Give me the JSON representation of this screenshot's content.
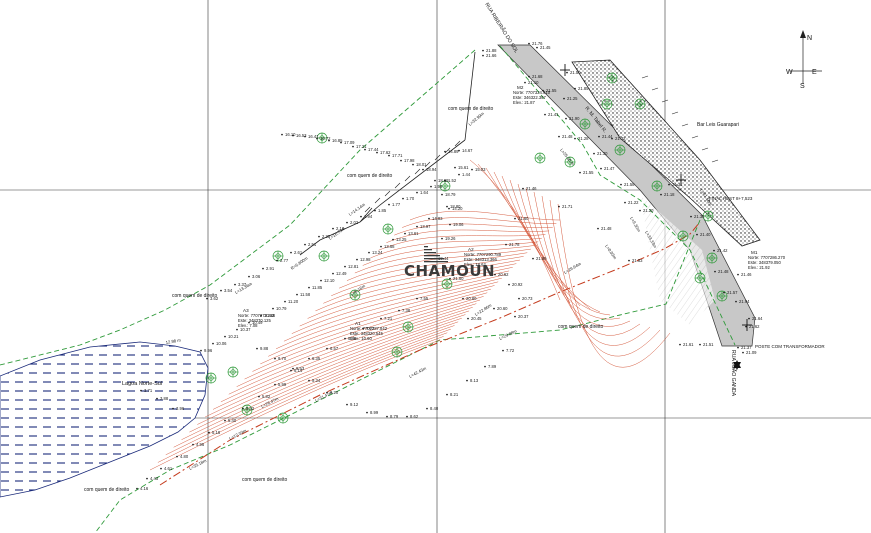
{
  "labels": {
    "road_top": "RUA RIBEIRÃO DO SOL",
    "road_right": "RUA JOÃO GANDA",
    "bar": "Bar Leis Guarapari",
    "avenue": "R. M. Tabel R.",
    "lagoon": "Lagoa Norte-Sul",
    "final_hint": "FINAL HEST 8+7,523",
    "poste": "POSTE COM TRANSFORMADOR",
    "q1": "com quem de direito",
    "q2": "com quem de direito",
    "q3": "com quem de direito",
    "q4": "com quem de direito",
    "q5": "com quem de direito",
    "q6": "com quem de direito"
  },
  "logo": "CHAMOUN",
  "compass": {
    "n": "N",
    "s": "S",
    "e": "E",
    "w": "W"
  },
  "markers": {
    "m1": {
      "name": "M1",
      "l1": "Norte: 7707286.270",
      "l2": "Este: 348379.050",
      "l3": "Elev.: 21.92"
    },
    "m2": {
      "name": "M2",
      "l1": "Norte: 7707324.910",
      "l2": "Este: 346322.397",
      "l3": "Elev.: 21.87"
    },
    "a1": {
      "name": "A1",
      "l1": "Norte: 7707287.842",
      "l2": "Este: 348320.545",
      "l3": "Elev.: 10.60"
    },
    "a2": {
      "name": "A2",
      "l1": "Norte: 7707290.789",
      "l2": "Este: 348313.366",
      "l3": "Elev.: 18.62"
    },
    "a3": {
      "name": "A3",
      "l1": "Norte: 7707273.236",
      "l2": "Este: 348370.125",
      "l3": "Elev.: 7.08"
    }
  },
  "elevations": [
    "21.88",
    "21.66",
    "21.76",
    "21.45",
    "21.50",
    "21.68",
    "21.10",
    "21.55",
    "21.85",
    "21.25",
    "21.41",
    "21.90",
    "21.48",
    "21.28",
    "21.44",
    "21.32",
    "21.30",
    "21.47",
    "21.55",
    "21.58",
    "21.22",
    "21.20",
    "21.18",
    "21.31",
    "21.38",
    "21.40",
    "21.42",
    "21.48",
    "21.46",
    "21.57",
    "21.94",
    "21.64",
    "21.62",
    "21.51",
    "21.37",
    "21.09",
    "21.61",
    "21.83",
    "21.48",
    "21.71",
    "21.46",
    "21.60",
    "21.78",
    "21.89",
    "20.62",
    "20.92",
    "20.73",
    "20.60",
    "20.37",
    "20.45",
    "20.80",
    "21.60",
    "19.44",
    "19.26",
    "19.06",
    "18.80",
    "18.79",
    "18.69",
    "18.94",
    "18.01",
    "17.98",
    "17.71",
    "17.62",
    "17.44",
    "17.21",
    "17.09",
    "16.85",
    "16.72",
    "16.41",
    "16.53",
    "16.10",
    "15.61",
    "15.03",
    "14.89",
    "14.67",
    "14.20",
    "14.83",
    "13.97",
    "13.61",
    "13.25",
    "13.68",
    "13.24",
    "12.98",
    "12.81",
    "12.49",
    "12.10",
    "11.85",
    "11.58",
    "11.20",
    "10.79",
    "10.62",
    "10.49",
    "10.37",
    "10.21",
    "10.06",
    "9.96",
    "9.88",
    "9.70",
    "9.53",
    "9.34",
    "9.20",
    "9.12",
    "8.99",
    "8.79",
    "8.62",
    "8.40",
    "8.21",
    "8.13",
    "7.89",
    "7.72",
    "7.55",
    "7.38",
    "7.21",
    "7.07",
    "6.86",
    "6.57",
    "6.35",
    "6.14",
    "5.99",
    "5.82",
    "5.62",
    "5.40",
    "5.18",
    "4.96",
    "4.80",
    "4.61",
    "4.43",
    "4.16",
    "3.96",
    "3.88",
    "3.71",
    "3.62",
    "3.54",
    "3.37",
    "3.06",
    "2.91",
    "2.77",
    "2.61",
    "2.51",
    "2.35",
    "2.18",
    "2.02",
    "1.94",
    "1.85",
    "1.77",
    "1.70",
    "1.64",
    "1.58",
    "1.52",
    "1.44"
  ],
  "dims": [
    "L=25.60 m",
    "L=32.99m",
    "L=9.30m",
    "L=0.03m",
    "L=29.94m",
    "L=22.86m",
    "L=42.43m",
    "L=31.47m",
    "L=12.03m",
    "L=35.18m",
    "L=16.75m",
    "R=6.800m",
    "12.98 m",
    "L=26.47m",
    "L=5.16m",
    "L=29.88m",
    "L=33.33m",
    "L=41.50m",
    "L=14.14m",
    "L=13.36m"
  ],
  "colors": {
    "line": "#222222",
    "contour": "#d04a2a",
    "green": "#2f9a3a",
    "water": "#1a2a7a",
    "grid": "#333333"
  }
}
